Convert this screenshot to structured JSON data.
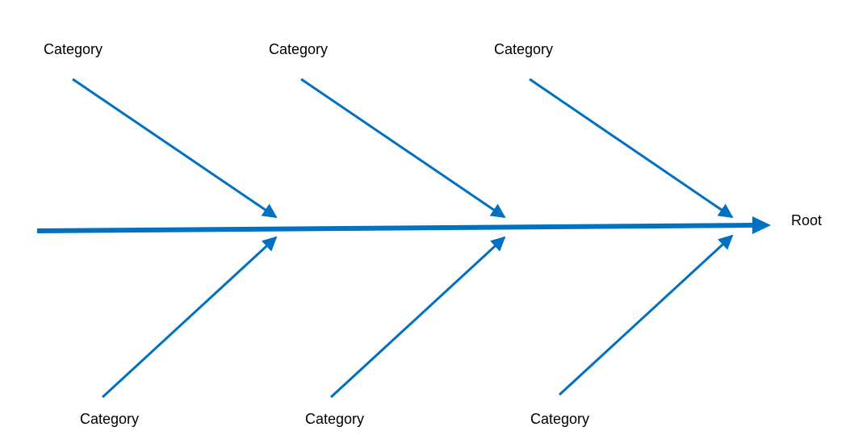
{
  "diagram": {
    "type": "fishbone",
    "color": "#0070C0",
    "root_label": "Root",
    "top_categories": [
      {
        "label": "Category"
      },
      {
        "label": "Category"
      },
      {
        "label": "Category"
      }
    ],
    "bottom_categories": [
      {
        "label": "Category"
      },
      {
        "label": "Category"
      },
      {
        "label": "Category"
      }
    ]
  }
}
